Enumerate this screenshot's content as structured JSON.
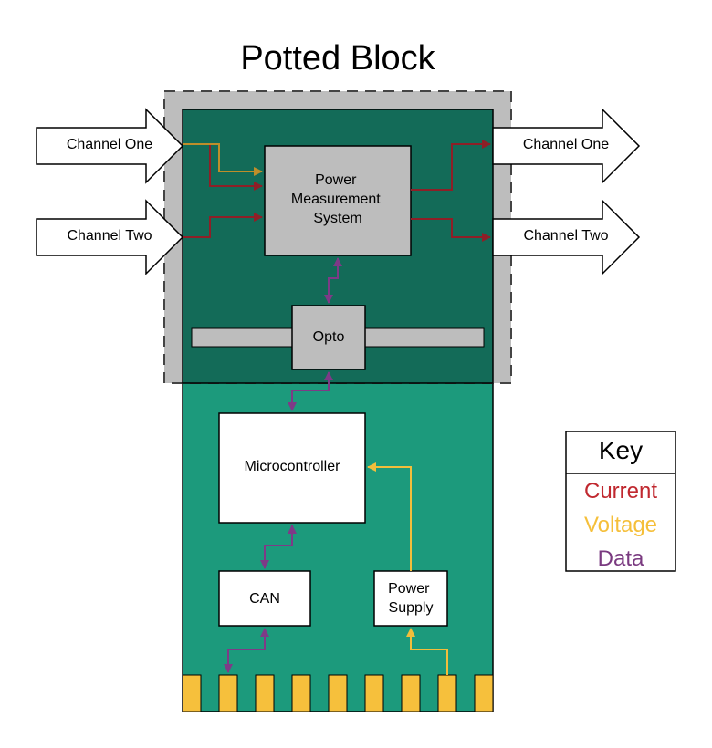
{
  "title": "Potted Block",
  "inputs": {
    "channel_one": "Channel One",
    "channel_two": "Channel Two"
  },
  "outputs": {
    "channel_one": "Channel One",
    "channel_two": "Channel Two"
  },
  "blocks": {
    "power_measurement": [
      "Power",
      "Measurement",
      "System"
    ],
    "opto": "Opto",
    "microcontroller": "Microcontroller",
    "can": "CAN",
    "power_supply": [
      "Power",
      "Supply"
    ]
  },
  "key": {
    "title": "Key",
    "items": [
      {
        "label": "Current",
        "color": "#C0282F"
      },
      {
        "label": "Voltage",
        "color": "#F5BF3A"
      },
      {
        "label": "Data",
        "color": "#7A3A80"
      }
    ]
  },
  "colors": {
    "current": "#8E1F27",
    "voltage": "#F2BE3B",
    "voltage_dark": "#BE8E2A",
    "data": "#7E3A87",
    "board": "#1C9A7C",
    "board_potted": "#136B58",
    "potting": "#BDBDBD",
    "pins": "#F6C03C"
  }
}
